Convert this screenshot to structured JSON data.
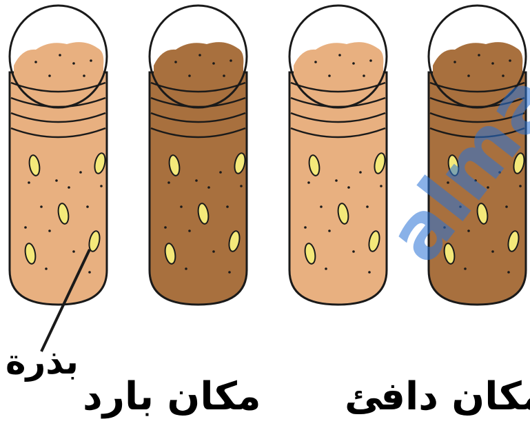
{
  "labels": {
    "seed": "بذرة",
    "cold_place": "مكان بارد",
    "warm_place": "مكان دافئ"
  },
  "watermark": "alma",
  "colors": {
    "light_soil": "#e8b080",
    "dark_soil": "#a8703e",
    "seed_fill": "#f4e97a",
    "outline": "#1a1a1a",
    "watermark": "#2a73d6"
  },
  "jars": [
    {
      "name": "jar-cold-light",
      "soil": "light",
      "place": "cold"
    },
    {
      "name": "jar-cold-dark",
      "soil": "dark",
      "place": "cold"
    },
    {
      "name": "jar-warm-light",
      "soil": "light",
      "place": "warm"
    },
    {
      "name": "jar-warm-dark",
      "soil": "dark",
      "place": "warm"
    }
  ]
}
